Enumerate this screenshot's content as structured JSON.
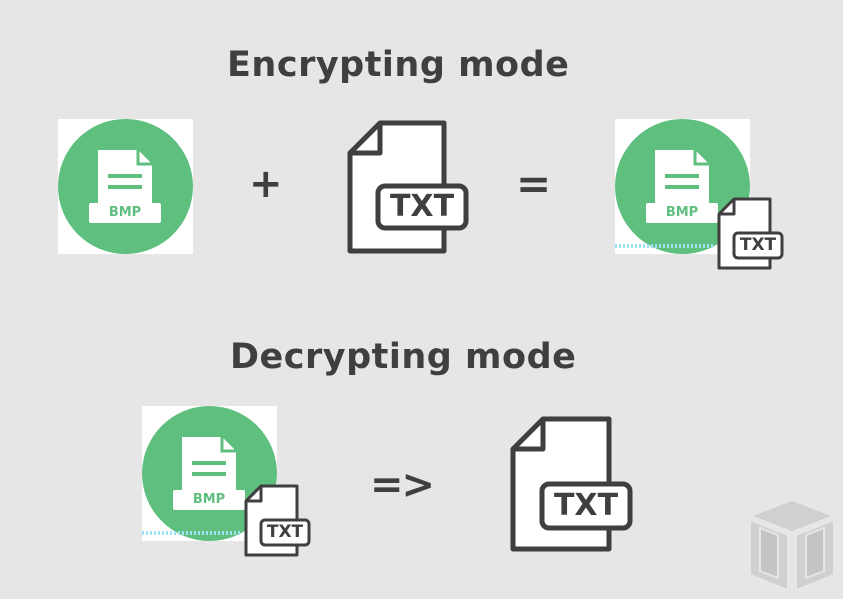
{
  "encrypting": {
    "title": "Encrypting mode",
    "operator_plus": "+",
    "operator_equals": "=",
    "bmp_label": "BMP",
    "txt_label": "TXT"
  },
  "decrypting": {
    "title": "Decrypting mode",
    "operator_arrow": "=>",
    "bmp_label": "BMP",
    "txt_label": "TXT"
  },
  "colors": {
    "background": "#e6e6e6",
    "bmp_green": "#5fbf7f",
    "text_dark": "#3f3f3f",
    "logo_gray": "#cfcfcf"
  }
}
